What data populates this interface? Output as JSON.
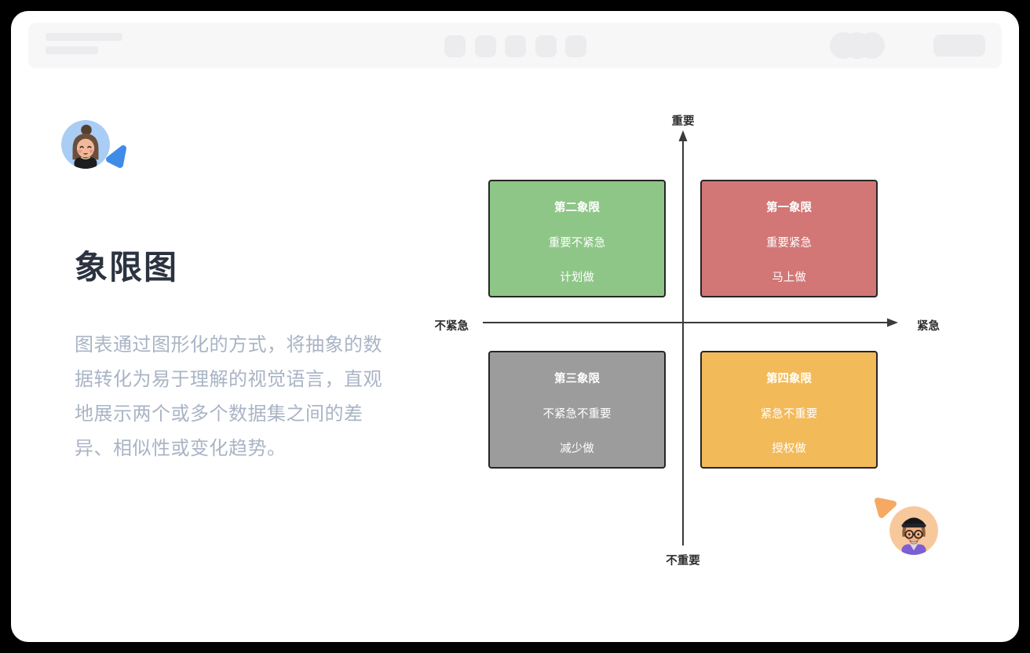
{
  "intro": {
    "heading": "象限图",
    "description": "图表通过图形化的方式，将抽象的数据转化为易于理解的视觉语言，直观地展示两个或多个数据集之间的差异、相似性或变化趋势。"
  },
  "chart_data": {
    "type": "quadrant-diagram",
    "axes": {
      "top": "重要",
      "bottom": "不重要",
      "left": "不紧急",
      "right": "紧急"
    },
    "quadrants": [
      {
        "position": "top-left",
        "title": "第二象限",
        "label": "重要不紧急",
        "action": "计划做",
        "color": "#8ec687"
      },
      {
        "position": "top-right",
        "title": "第一象限",
        "label": "重要紧急",
        "action": "马上做",
        "color": "#d27676"
      },
      {
        "position": "bottom-left",
        "title": "第三象限",
        "label": "不紧急不重要",
        "action": "减少做",
        "color": "#9c9c9c"
      },
      {
        "position": "bottom-right",
        "title": "第四象限",
        "label": "紧急不重要",
        "action": "授权做",
        "color": "#f3ba59"
      }
    ],
    "colors": {
      "axis": "#3a3a3a",
      "quadrant_text": "#ffffff",
      "quadrant_border": "#262626",
      "heading_text": "#2b3340",
      "description_text": "#a9b4c5"
    }
  }
}
